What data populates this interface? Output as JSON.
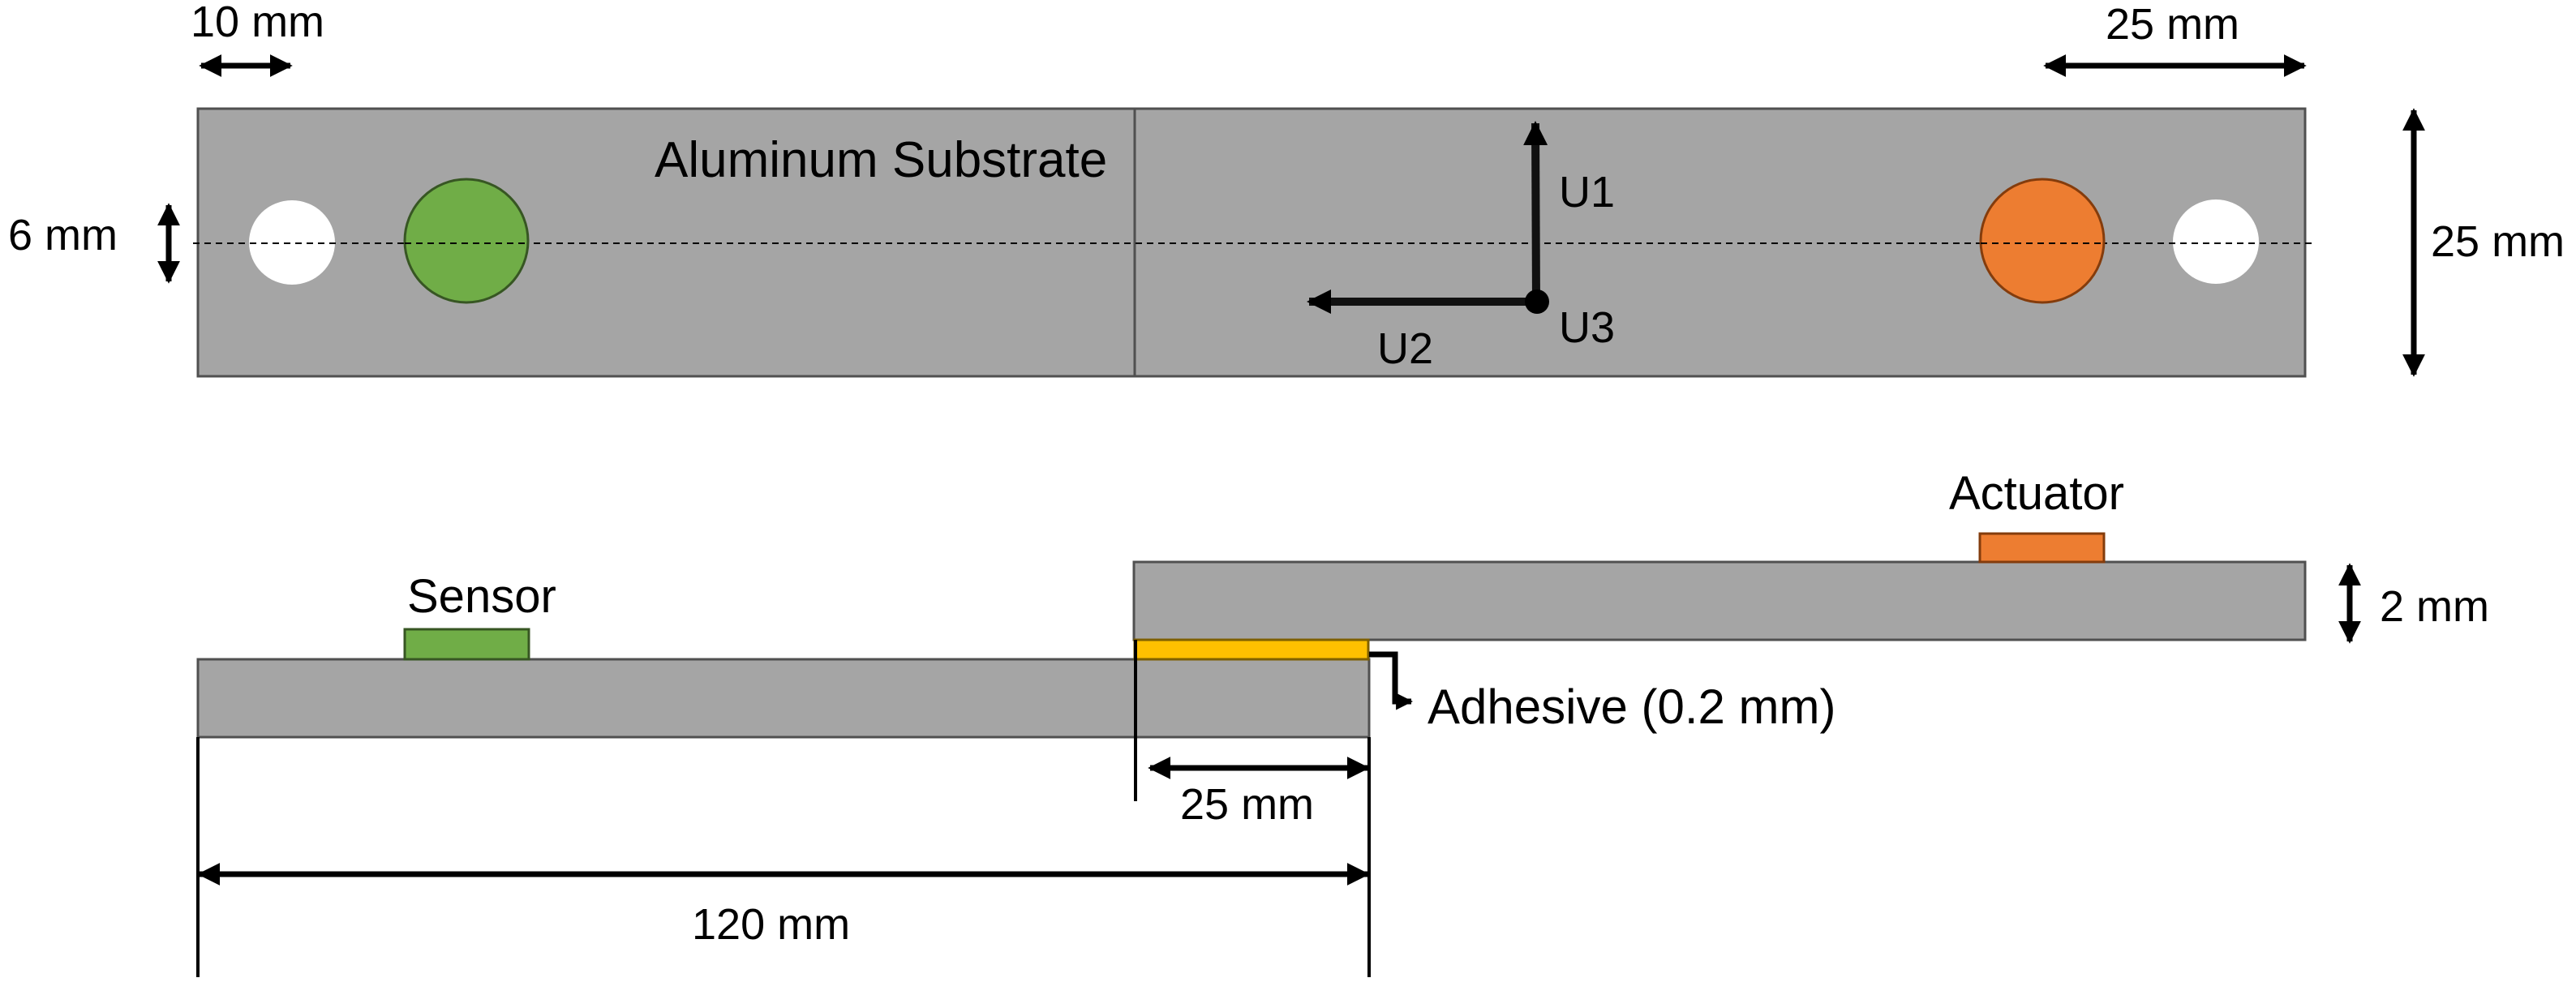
{
  "diagram": {
    "type": "lap-joint-specimen-schematic",
    "colors": {
      "substrate_fill": "#A5A5A5",
      "substrate_stroke": "#505050",
      "sensor_fill": "#70AD47",
      "sensor_stroke": "#375623",
      "actuator_fill": "#ED7D31",
      "actuator_stroke": "#843C0C",
      "adhesive_fill": "#FFC000",
      "adhesive_stroke": "#7F6000",
      "hole_fill": "#FFFFFF",
      "line": "#000000"
    },
    "top_view": {
      "substrate_label": "Aluminum Substrate",
      "dimensions": {
        "hole_offset": "10 mm",
        "hole_diameter": "6 mm",
        "overlap_width_top": "25 mm",
        "plate_width": "25 mm"
      },
      "axes": {
        "u1": "U1",
        "u2": "U2",
        "u3": "U3"
      }
    },
    "side_view": {
      "sensor_label": "Sensor",
      "actuator_label": "Actuator",
      "adhesive_label": "Adhesive (0.2 mm)",
      "dimensions": {
        "thickness": "2 mm",
        "overlap_length": "25 mm",
        "plate_length": "120 mm"
      }
    }
  }
}
